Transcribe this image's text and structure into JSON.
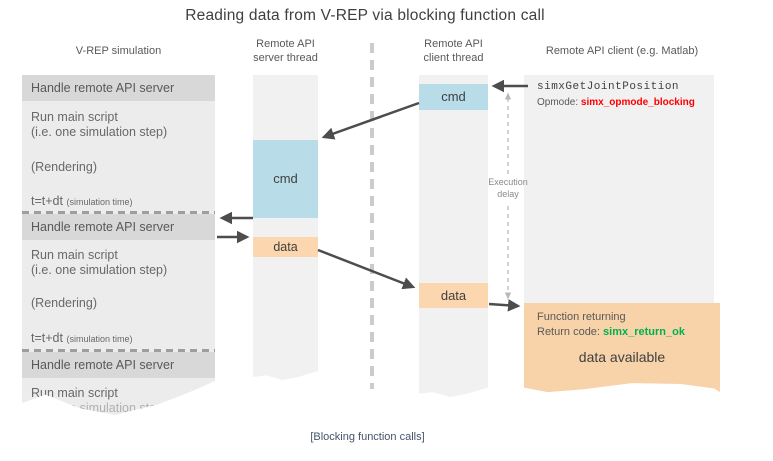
{
  "title": "Reading data from V-REP via blocking function call",
  "caption": "[Blocking function calls]",
  "vrep": {
    "header": "V-REP simulation",
    "band": "Handle remote API server",
    "run_line1": "Run main script",
    "run_line2": "(i.e. one simulation step)",
    "rendering": "(Rendering)",
    "time_main": "t=t+dt",
    "time_suffix": "(simulation time)"
  },
  "server_thread": {
    "header1": "Remote API",
    "header2": "server thread",
    "cmd": "cmd",
    "data": "data"
  },
  "client_thread": {
    "header1": "Remote API",
    "header2": "client thread",
    "cmd": "cmd",
    "data": "data"
  },
  "client": {
    "header": "Remote API client (e.g. Matlab)",
    "call": "simxGetJointPosition",
    "opmode_label": "Opmode:",
    "opmode_value": "simx_opmode_blocking",
    "returning": "Function returning",
    "return_label": "Return code:",
    "return_value": "simx_return_ok",
    "data_available": "data available"
  },
  "execution_delay": {
    "line1": "Execution",
    "line2": "delay"
  },
  "colors": {
    "cmd": "#b8dce8",
    "data": "#fbd6ae",
    "result_box": "#f8d2a8",
    "opmode": "#ff0000",
    "return_ok": "#00b050",
    "arrow": "#4d4d4d"
  }
}
